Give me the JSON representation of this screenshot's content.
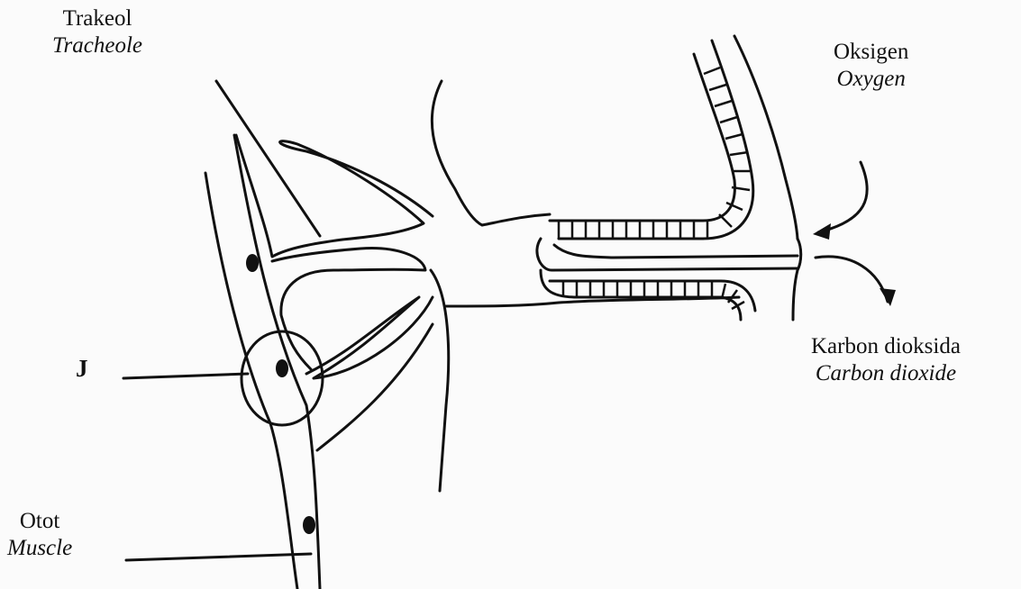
{
  "labels": {
    "tracheole": {
      "malay": "Trakeol",
      "english": "Tracheole"
    },
    "oxygen": {
      "malay": "Oksigen",
      "english": "Oxygen"
    },
    "carbon_dioxide": {
      "malay": "Karbon dioksida",
      "english": "Carbon dioxide"
    },
    "muscle": {
      "malay": "Otot",
      "english": "Muscle"
    },
    "j": "J"
  }
}
